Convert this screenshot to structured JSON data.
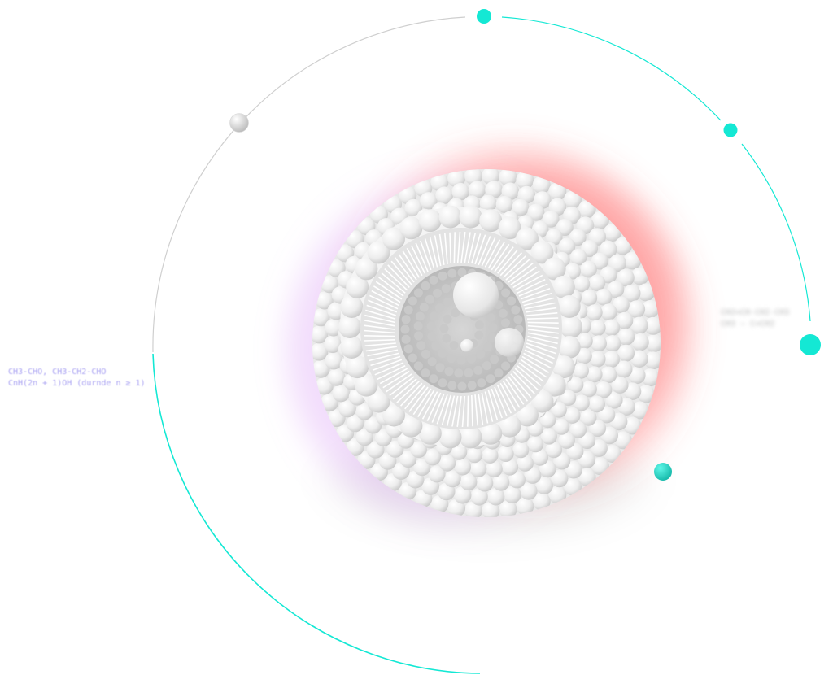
{
  "formulas": {
    "left": {
      "line1": "CH3-CHO, CH3-CH2-CHO",
      "line2": "CnH(2n + 1)OH (durnde n ≥ 1)"
    },
    "right": {
      "line1": "CH2=CH-CH2-CH3",
      "line2": "CH3 — C=CH2"
    }
  },
  "colors": {
    "accent": "#14e8d4",
    "orbit_gray": "#cfcfcf",
    "glow": "#ff6e6e",
    "molecule": "#f2f2f2"
  },
  "icons": {
    "molecule": "liposome-sphere-icon"
  }
}
